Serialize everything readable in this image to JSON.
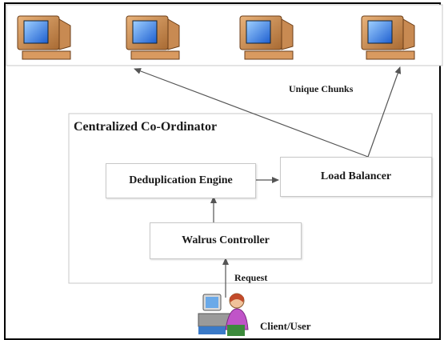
{
  "diagram": {
    "coordinator_title": "Centralized Co-Ordinator",
    "dedup_engine": "Deduplication Engine",
    "load_balancer": "Load Balancer",
    "walrus_controller": "Walrus Controller",
    "unique_chunks": "Unique Chunks",
    "request": "Request",
    "client": "Client/User",
    "computers": [
      "computer-icon",
      "computer-icon",
      "computer-icon",
      "computer-icon"
    ],
    "client_icon": "person-at-computer-icon"
  }
}
